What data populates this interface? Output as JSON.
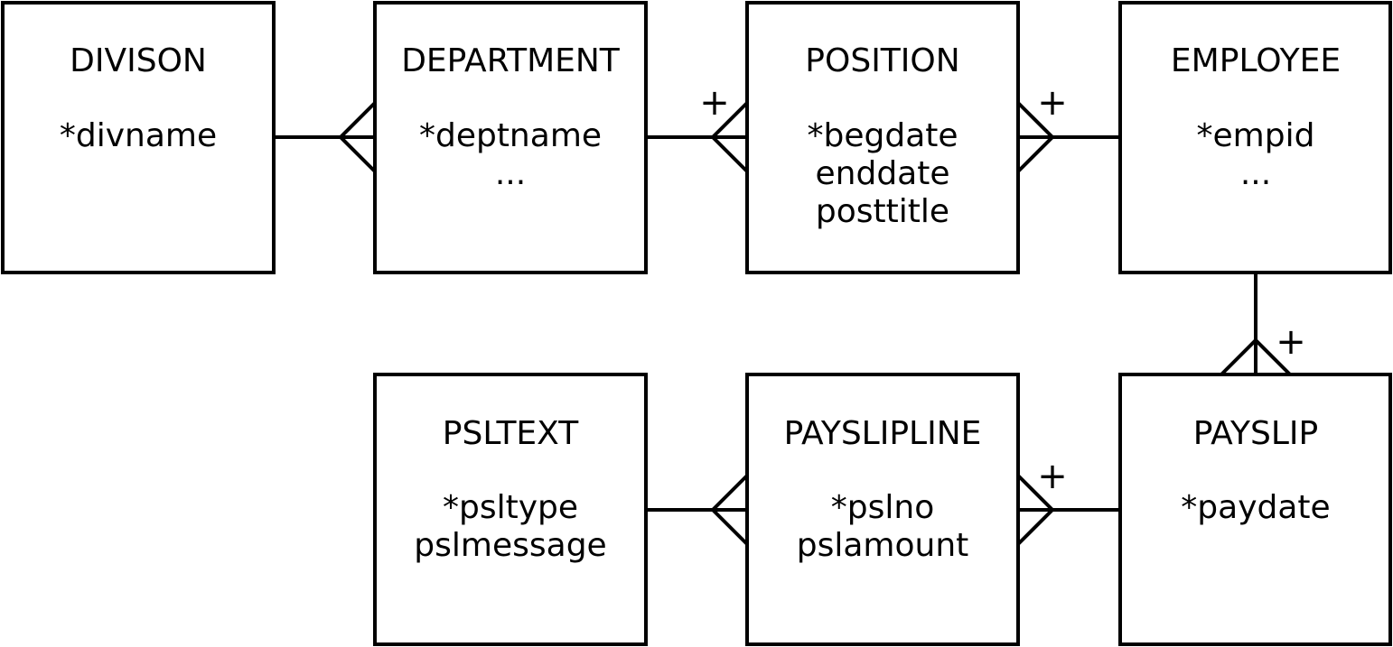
{
  "entities": {
    "division": {
      "name": "DIVISON",
      "attrs": [
        "*divname"
      ]
    },
    "department": {
      "name": "DEPARTMENT",
      "attrs": [
        "*deptname",
        "..."
      ]
    },
    "position": {
      "name": "POSITION",
      "attrs": [
        "*begdate",
        "enddate",
        "posttitle"
      ]
    },
    "employee": {
      "name": "EMPLOYEE",
      "attrs": [
        "*empid",
        "..."
      ]
    },
    "psltext": {
      "name": "PSLTEXT",
      "attrs": [
        "*psltype",
        "pslmessage"
      ]
    },
    "payslipline": {
      "name": "PAYSLIPLINE",
      "attrs": [
        "*pslno",
        "pslamount"
      ]
    },
    "payslip": {
      "name": "PAYSLIP",
      "attrs": [
        "*paydate"
      ]
    }
  },
  "relationships": {
    "optional_mark": "+"
  }
}
